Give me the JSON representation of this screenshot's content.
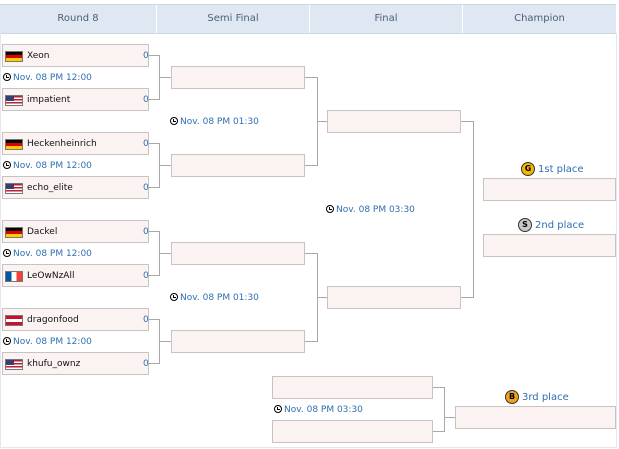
{
  "header": {
    "columns": [
      "Round 8",
      "Semi Final",
      "Final",
      "Champion"
    ]
  },
  "round8": {
    "matches": [
      {
        "p1": {
          "name": "Xeon",
          "score": "0",
          "flag": "germany-flag"
        },
        "p2": {
          "name": "impatient",
          "score": "0",
          "flag": "usa-flag"
        },
        "time": "Nov. 08  PM 12:00"
      },
      {
        "p1": {
          "name": "Heckenheinrich",
          "score": "0",
          "flag": "germany-flag"
        },
        "p2": {
          "name": "echo_elite",
          "score": "0",
          "flag": "usa-flag"
        },
        "time": "Nov. 08  PM 12:00"
      },
      {
        "p1": {
          "name": "Dackel",
          "score": "0",
          "flag": "germany-flag"
        },
        "p2": {
          "name": "LeOwNzAll",
          "score": "0",
          "flag": "france-flag"
        },
        "time": "Nov. 08  PM 12:00"
      },
      {
        "p1": {
          "name": "dragonfood",
          "score": "0",
          "flag": "austria-flag"
        },
        "p2": {
          "name": "khufu_ownz",
          "score": "0",
          "flag": "usa-flag"
        },
        "time": "Nov. 08  PM 12:00"
      }
    ]
  },
  "semifinal": {
    "times": [
      "Nov. 08  PM 01:30",
      "Nov. 08  PM 01:30"
    ]
  },
  "final": {
    "time": "Nov. 08  PM 03:30"
  },
  "champion": {
    "first": {
      "medal": "G",
      "label": "1st place",
      "color": "#f5b800"
    },
    "second": {
      "medal": "S",
      "label": "2nd place",
      "color": "#c8c8c8"
    }
  },
  "third_place": {
    "time": "Nov. 08  PM 03:30",
    "medal": "B",
    "label": "3rd place",
    "color": "#f0a020"
  }
}
